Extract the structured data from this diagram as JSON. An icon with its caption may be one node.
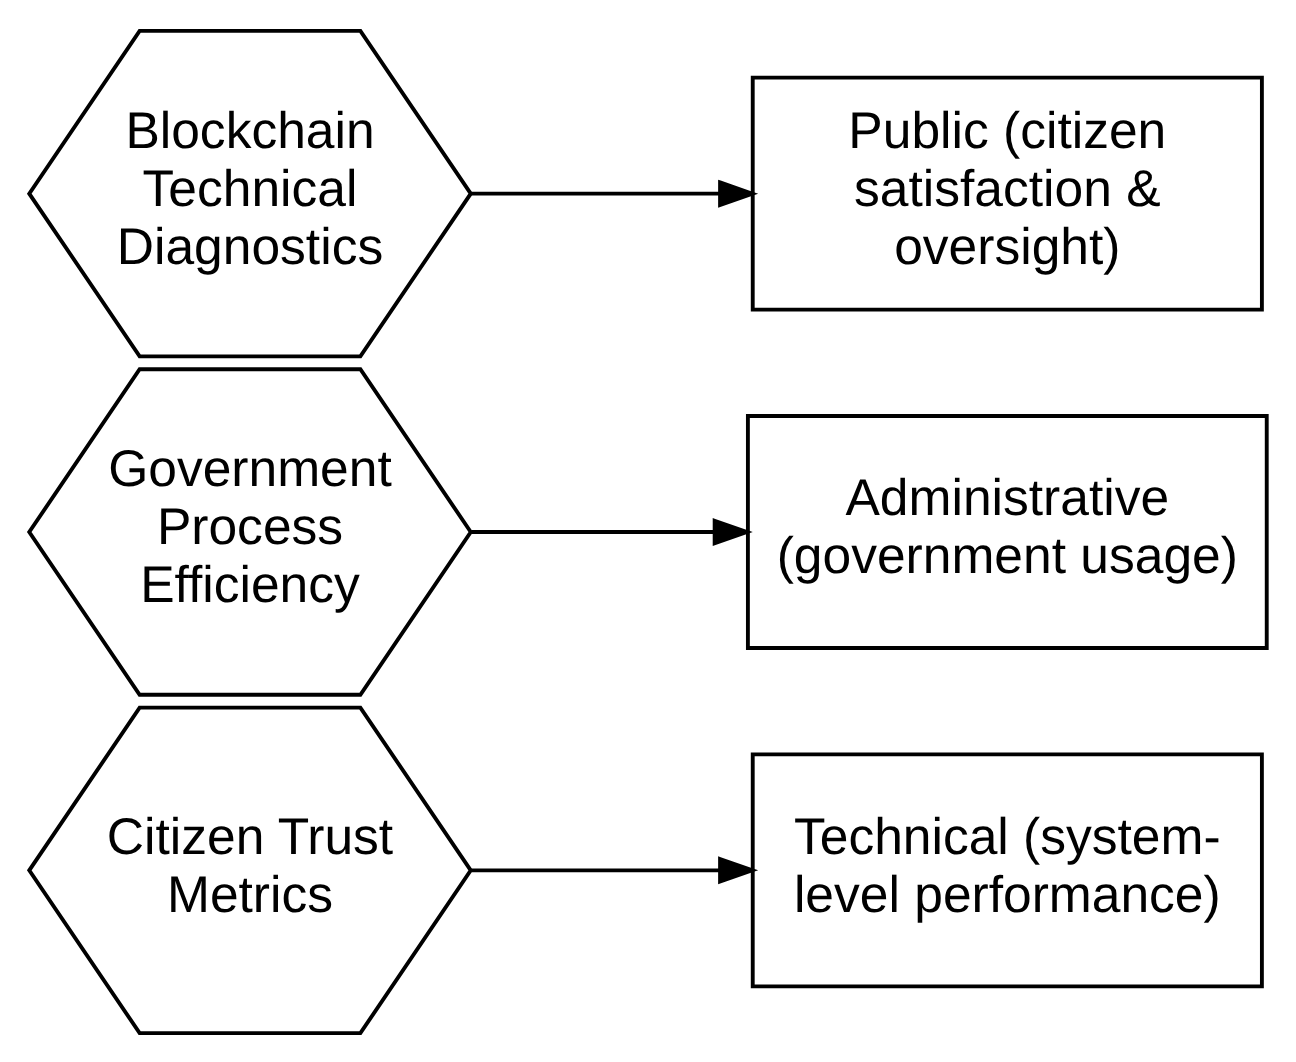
{
  "diagram": {
    "nodes": [
      {
        "text": [
          "Citizen Trust Metrics"
        ]
      },
      {
        "text": [
          "Government Process Efficiency"
        ]
      },
      {
        "text": [
          "Blockchain Technical Diagnostics"
        ]
      },
      {
        "text": [
          "Technical (system-level performance)"
        ]
      },
      {
        "text": [
          "Administrative (government usage)"
        ]
      },
      {
        "text": [
          "Public (citizen satisfaction & oversight)"
        ]
      }
    ],
    "edges": [
      {
        "from": 0,
        "to": 3,
        "arrow": "to"
      },
      {
        "from": 1,
        "to": 4,
        "arrow": "to"
      },
      {
        "from": 2,
        "to": 5,
        "arrow": "to"
      }
    ]
  }
}
